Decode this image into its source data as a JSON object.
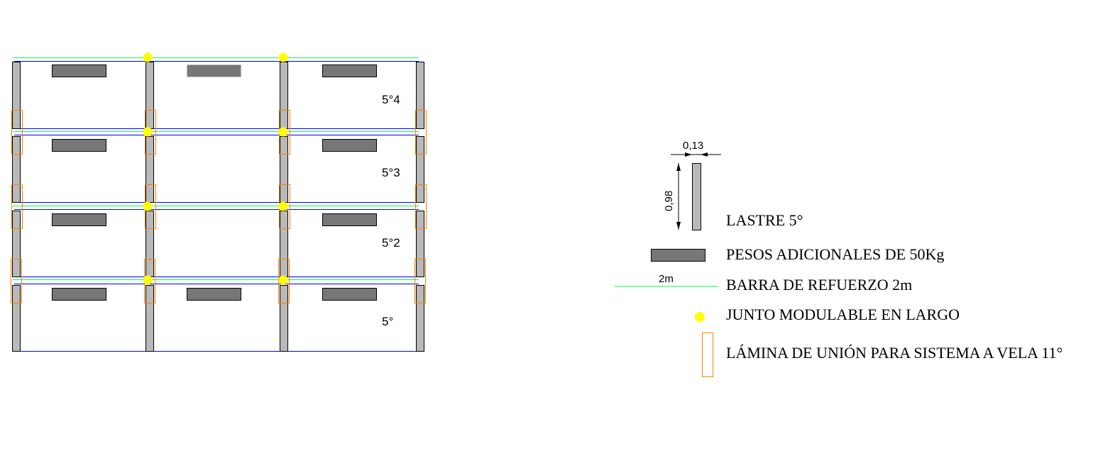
{
  "colors": {
    "ballast_fill": "#b9b9b9",
    "weight_fill": "#777777",
    "bar": "#00ff40",
    "frame_line": "#0000ff",
    "joint": "#ffff00",
    "plate": "#ff8000"
  },
  "plan": {
    "row_labels": [
      "5°4",
      "5°3",
      "5°2",
      "5°"
    ]
  },
  "legend": {
    "dim_width": "0,13",
    "dim_height": "0,98",
    "bar_length": "2m",
    "items": [
      {
        "icon": "ballast-icon",
        "label": "LASTRE 5°"
      },
      {
        "icon": "weight-icon",
        "label": "PESOS ADICIONALES DE 50Kg"
      },
      {
        "icon": "reinforcement-bar-icon",
        "label": "BARRA DE REFUERZO 2m"
      },
      {
        "icon": "joint-dot-icon",
        "label": "JUNTO MODULABLE EN LARGO"
      },
      {
        "icon": "plate-icon",
        "label": "LÁMINA DE UNIÓN PARA SISTEMA A VELA 11°"
      }
    ]
  }
}
